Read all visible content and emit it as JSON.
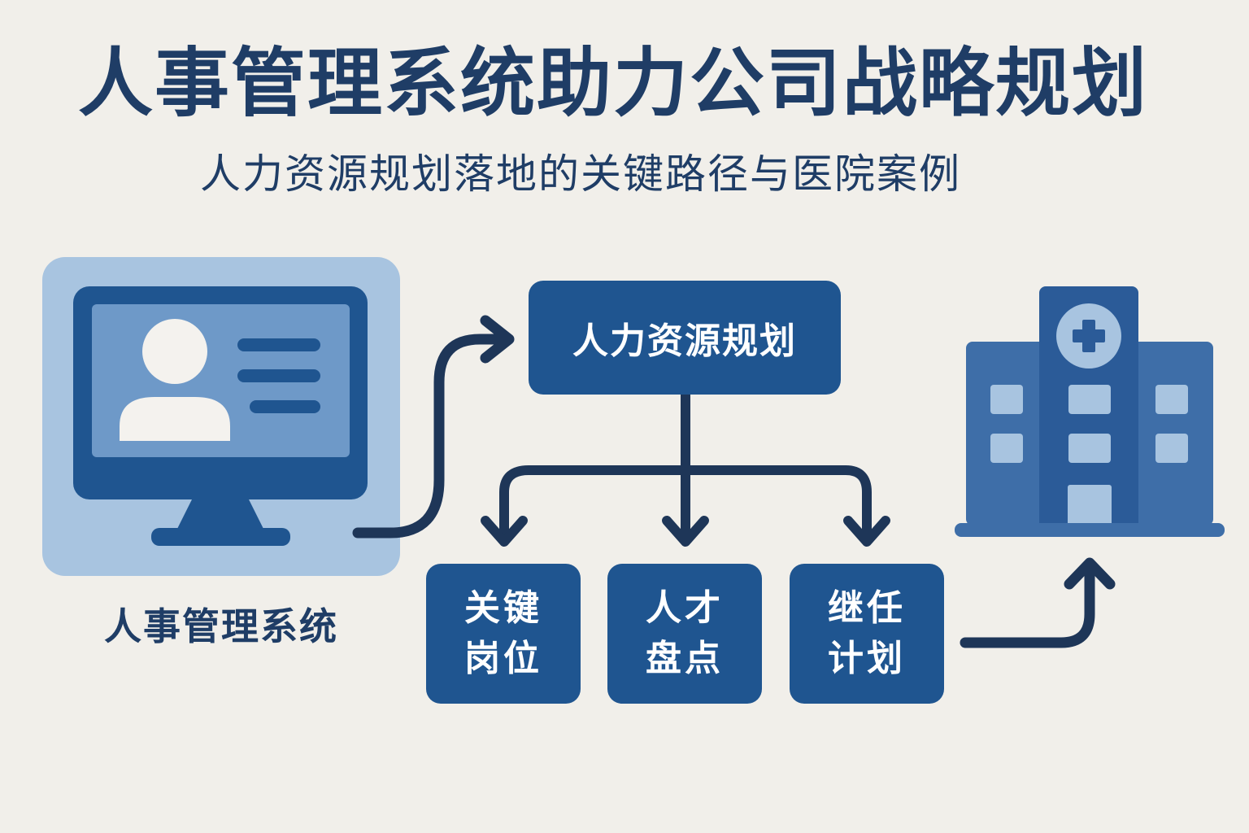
{
  "header": {
    "title": "人事管理系统助力公司战略规划",
    "subtitle": "人力资源规划落地的关键路径与医院案例"
  },
  "left": {
    "label": "人事管理系统",
    "icon": "computer-profile-icon"
  },
  "center": {
    "main_box": "人力资源规划",
    "sub_boxes": [
      {
        "line1": "关键",
        "line2": "岗位"
      },
      {
        "line1": "人才",
        "line2": "盘点"
      },
      {
        "line1": "继任",
        "line2": "计划"
      }
    ]
  },
  "right": {
    "icon": "hospital-icon"
  },
  "colors": {
    "background": "#f1efea",
    "primary": "#1f5590",
    "text": "#1f3d66",
    "light_panel": "#a8c4e0",
    "medium": "#6e99c8",
    "connector": "#1e3658"
  }
}
